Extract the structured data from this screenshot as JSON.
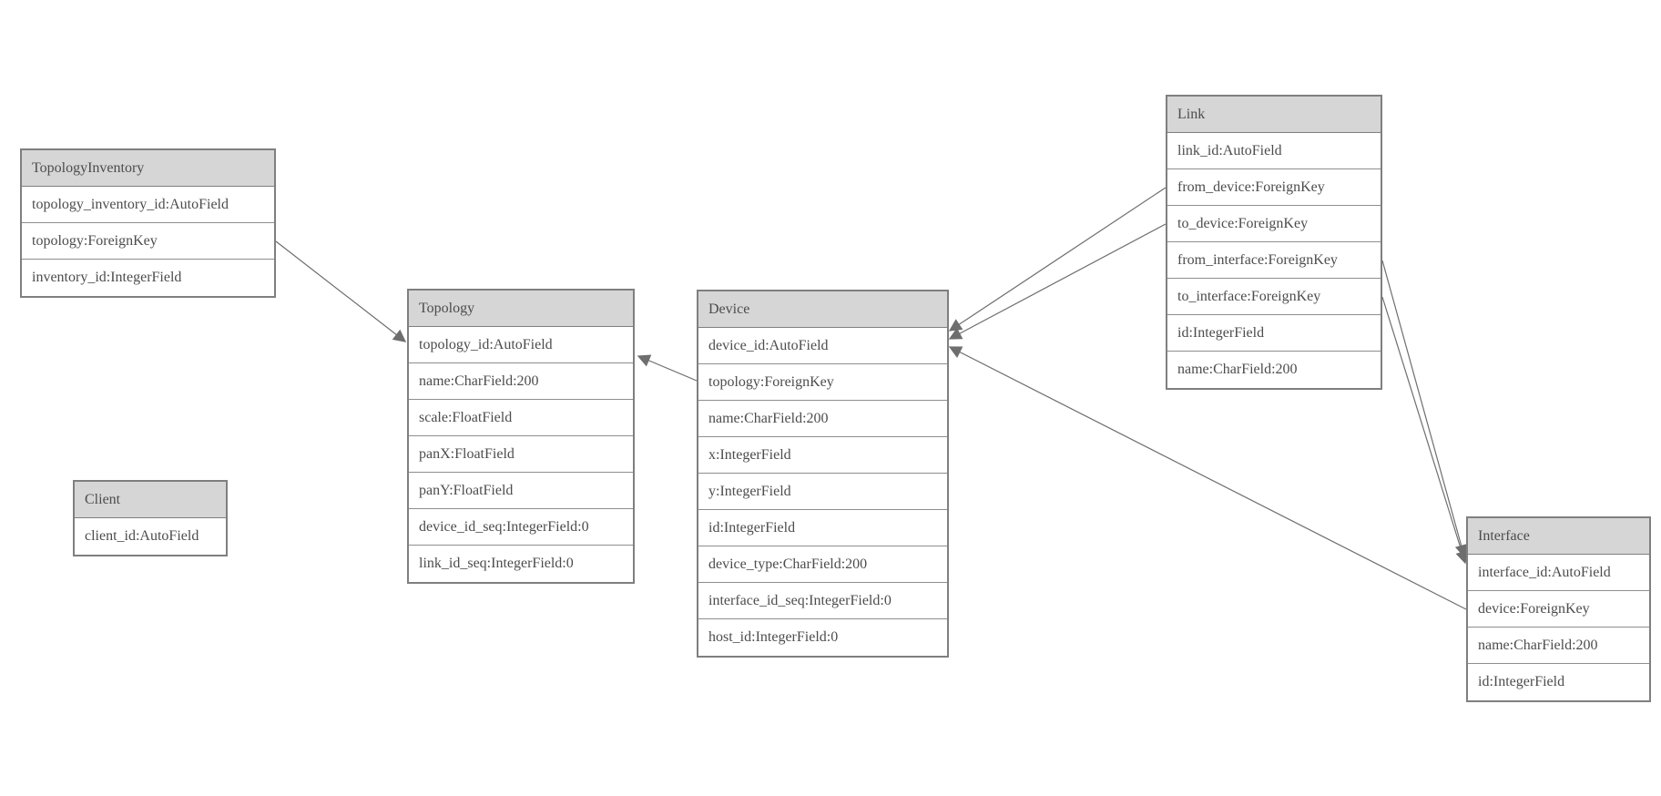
{
  "diagram": {
    "kind": "entity-relationship-model-diagram",
    "colors": {
      "background": "#ffffff",
      "entity_header_bg": "#d6d6d6",
      "entity_border": "#7f7f7f",
      "entity_text": "#4c4c4c",
      "edge": "#6e6e6e"
    },
    "entities": [
      {
        "name": "TopologyInventory",
        "fields": [
          "topology_inventory_id:AutoField",
          "topology:ForeignKey",
          "inventory_id:IntegerField"
        ]
      },
      {
        "name": "Topology",
        "fields": [
          "topology_id:AutoField",
          "name:CharField:200",
          "scale:FloatField",
          "panX:FloatField",
          "panY:FloatField",
          "device_id_seq:IntegerField:0",
          "link_id_seq:IntegerField:0"
        ]
      },
      {
        "name": "Client",
        "fields": [
          "client_id:AutoField"
        ]
      },
      {
        "name": "Device",
        "fields": [
          "device_id:AutoField",
          "topology:ForeignKey",
          "name:CharField:200",
          "x:IntegerField",
          "y:IntegerField",
          "id:IntegerField",
          "device_type:CharField:200",
          "interface_id_seq:IntegerField:0",
          "host_id:IntegerField:0"
        ]
      },
      {
        "name": "Link",
        "fields": [
          "link_id:AutoField",
          "from_device:ForeignKey",
          "to_device:ForeignKey",
          "from_interface:ForeignKey",
          "to_interface:ForeignKey",
          "id:IntegerField",
          "name:CharField:200"
        ]
      },
      {
        "name": "Interface",
        "fields": [
          "interface_id:AutoField",
          "device:ForeignKey",
          "name:CharField:200",
          "id:IntegerField"
        ]
      }
    ],
    "relations": [
      {
        "from": "TopologyInventory.topology",
        "to": "Topology.topology_id"
      },
      {
        "from": "Device.topology",
        "to": "Topology.topology_id"
      },
      {
        "from": "Link.from_device",
        "to": "Device.device_id"
      },
      {
        "from": "Link.to_device",
        "to": "Device.device_id"
      },
      {
        "from": "Link.from_interface",
        "to": "Interface.interface_id"
      },
      {
        "from": "Link.to_interface",
        "to": "Interface.interface_id"
      },
      {
        "from": "Interface.device",
        "to": "Device.device_id"
      }
    ]
  }
}
